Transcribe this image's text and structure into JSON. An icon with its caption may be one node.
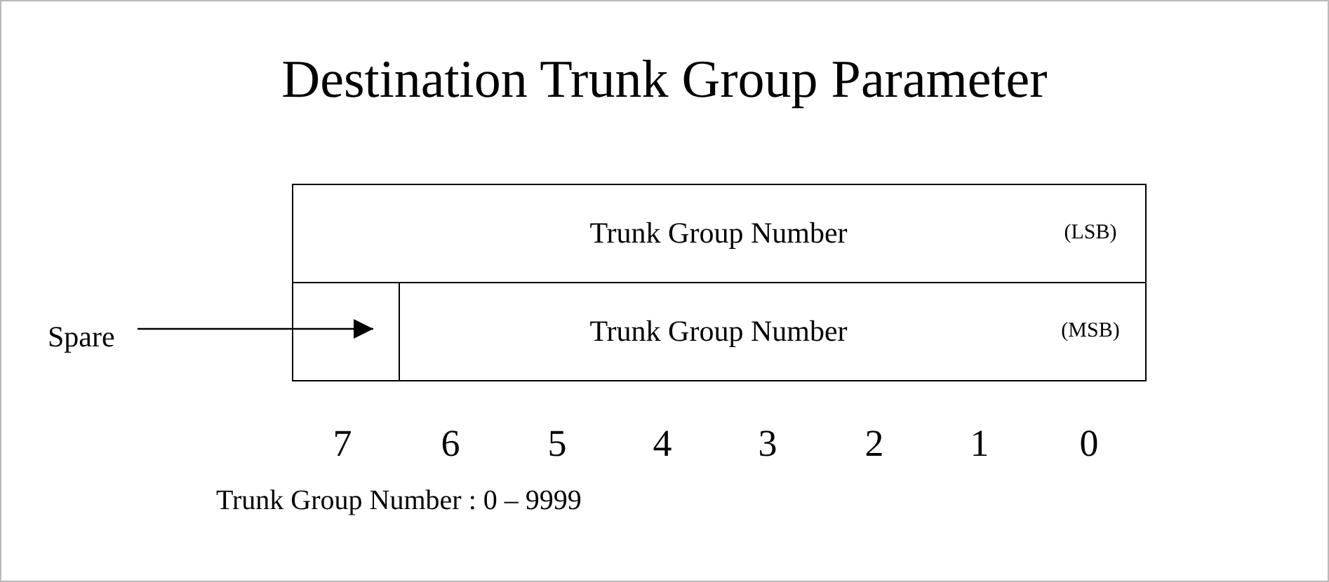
{
  "diagram": {
    "title": "Destination Trunk Group Parameter",
    "nodes": [
      {
        "text": [
          "Trunk Group Number",
          "(LSB)"
        ]
      },
      {
        "text": [
          "Spare"
        ]
      },
      {
        "text": [],
        "shape": "box"
      },
      {
        "text": [
          "Trunk Group Number",
          "(MSB)"
        ]
      }
    ],
    "edges": [
      {
        "from": 1,
        "to": 2,
        "arrow": "to"
      }
    ],
    "labels": [
      "7",
      "6",
      "5",
      "4",
      "3",
      "2",
      "1",
      "0",
      "Trunk Group Number : 0 – 9999"
    ]
  }
}
